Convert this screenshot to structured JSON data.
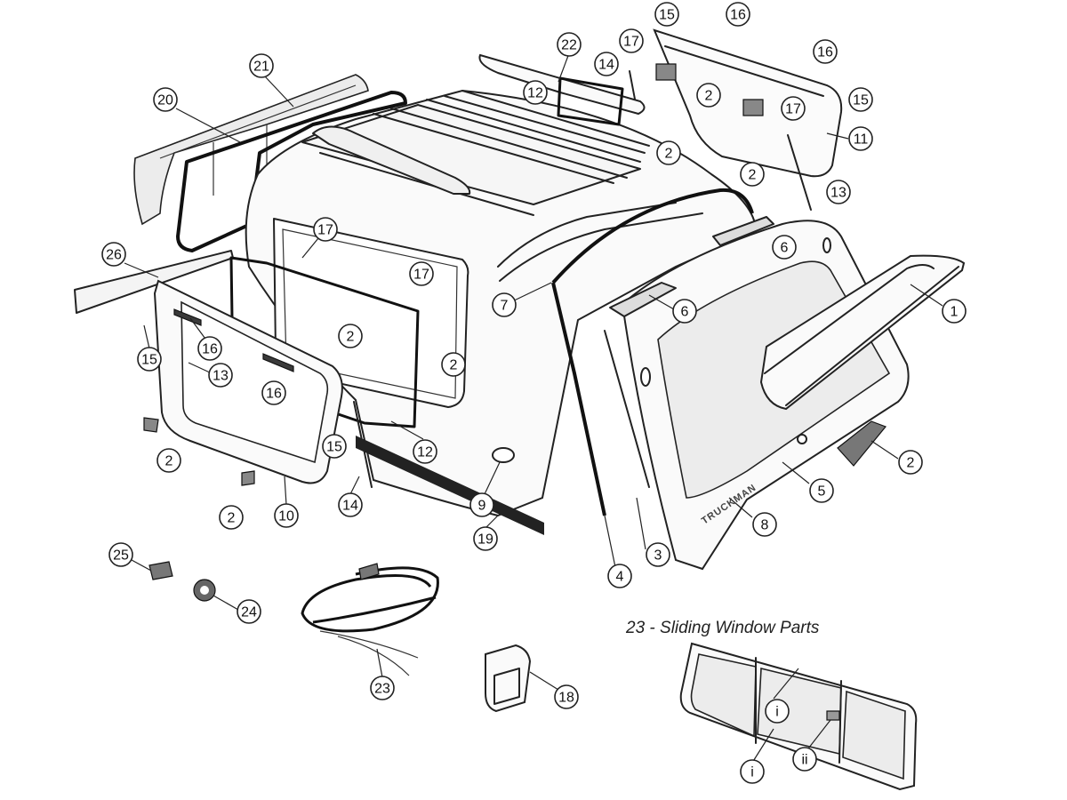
{
  "diagram": {
    "inset_title": "23 - Sliding Window Parts",
    "brand_text": "TRUCKMAN",
    "callouts": [
      {
        "label": "1",
        "name": "callout-1"
      },
      {
        "label": "2",
        "name": "callout-2"
      },
      {
        "label": "3",
        "name": "callout-3"
      },
      {
        "label": "4",
        "name": "callout-4"
      },
      {
        "label": "5",
        "name": "callout-5"
      },
      {
        "label": "6",
        "name": "callout-6"
      },
      {
        "label": "7",
        "name": "callout-7"
      },
      {
        "label": "8",
        "name": "callout-8"
      },
      {
        "label": "9",
        "name": "callout-9"
      },
      {
        "label": "10",
        "name": "callout-10"
      },
      {
        "label": "11",
        "name": "callout-11"
      },
      {
        "label": "12",
        "name": "callout-12"
      },
      {
        "label": "13",
        "name": "callout-13"
      },
      {
        "label": "14",
        "name": "callout-14"
      },
      {
        "label": "15",
        "name": "callout-15"
      },
      {
        "label": "16",
        "name": "callout-16"
      },
      {
        "label": "17",
        "name": "callout-17"
      },
      {
        "label": "18",
        "name": "callout-18"
      },
      {
        "label": "19",
        "name": "callout-19"
      },
      {
        "label": "20",
        "name": "callout-20"
      },
      {
        "label": "21",
        "name": "callout-21"
      },
      {
        "label": "22",
        "name": "callout-22"
      },
      {
        "label": "23",
        "name": "callout-23"
      },
      {
        "label": "24",
        "name": "callout-24"
      },
      {
        "label": "25",
        "name": "callout-25"
      },
      {
        "label": "26",
        "name": "callout-26"
      },
      {
        "label": "i",
        "name": "callout-i"
      },
      {
        "label": "ii",
        "name": "callout-ii"
      }
    ]
  }
}
